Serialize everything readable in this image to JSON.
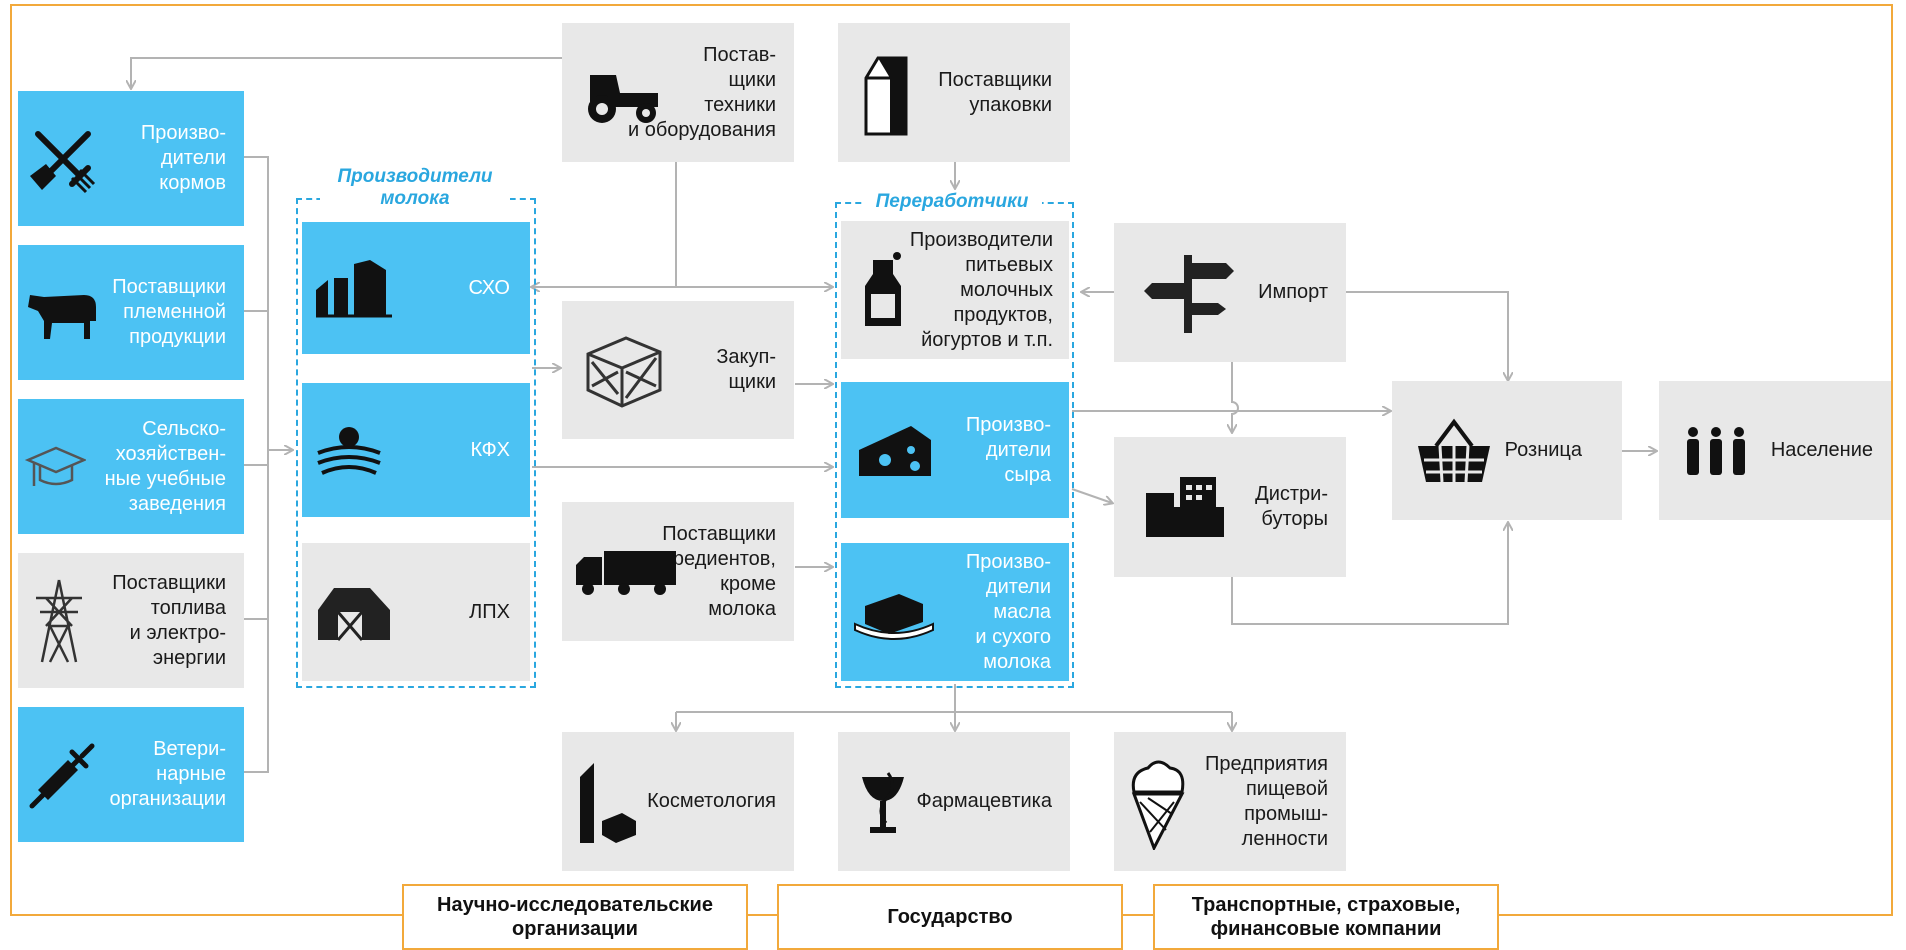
{
  "suppliers": {
    "feed": "Произво-\nдители\nкормов",
    "breeding": "Поставщики\nплеменной\nпродукции",
    "schools": "Сельско-\nхозяйствен-\nные учебные\nзаведения",
    "fuel": "Поставщики\nтоплива\nи электро-\nэнергии",
    "vet": "Ветери-\nнарные\nорганизации"
  },
  "milk_producers": {
    "title": "Производители\nмолока",
    "sho": "СХО",
    "kfh": "КФХ",
    "lph": "ЛПХ"
  },
  "middle": {
    "equipment": "Постав-\nщики\nтехники\nи оборудования",
    "buyers": "Закуп-\nщики",
    "ingredients": "Поставщики\nингредиентов,\nкроме\nмолока"
  },
  "processors": {
    "packaging": "Поставщики\nупаковки",
    "title": "Переработчики",
    "drinks": "Производители\nпитьевых\nмолочных\nпродуктов,\nйогуртов и т.п.",
    "cheese": "Произво-\nдители\nсыра",
    "butter": "Произво-\nдители\nмасла\nи сухого\nмолока"
  },
  "market": {
    "import": "Импорт",
    "distributors": "Дистри-\nбуторы",
    "retail": "Розница",
    "population": "Население"
  },
  "byproducts": {
    "cosmetology": "Косметология",
    "pharma": "Фармацевтика",
    "food": "Предприятия\nпищевой\nпромыш-\nленности"
  },
  "footer": {
    "research": "Научно-исследовательские\nорганизации",
    "state": "Государство",
    "transport": "Транспортные, страховые,\nфинансовые компании"
  },
  "colors": {
    "blue_box": "#4cc2f3",
    "grey_box": "#e8e8e8",
    "frame": "#f2a93b",
    "group_border": "#2aa7df",
    "connector": "#b3b3b3"
  }
}
